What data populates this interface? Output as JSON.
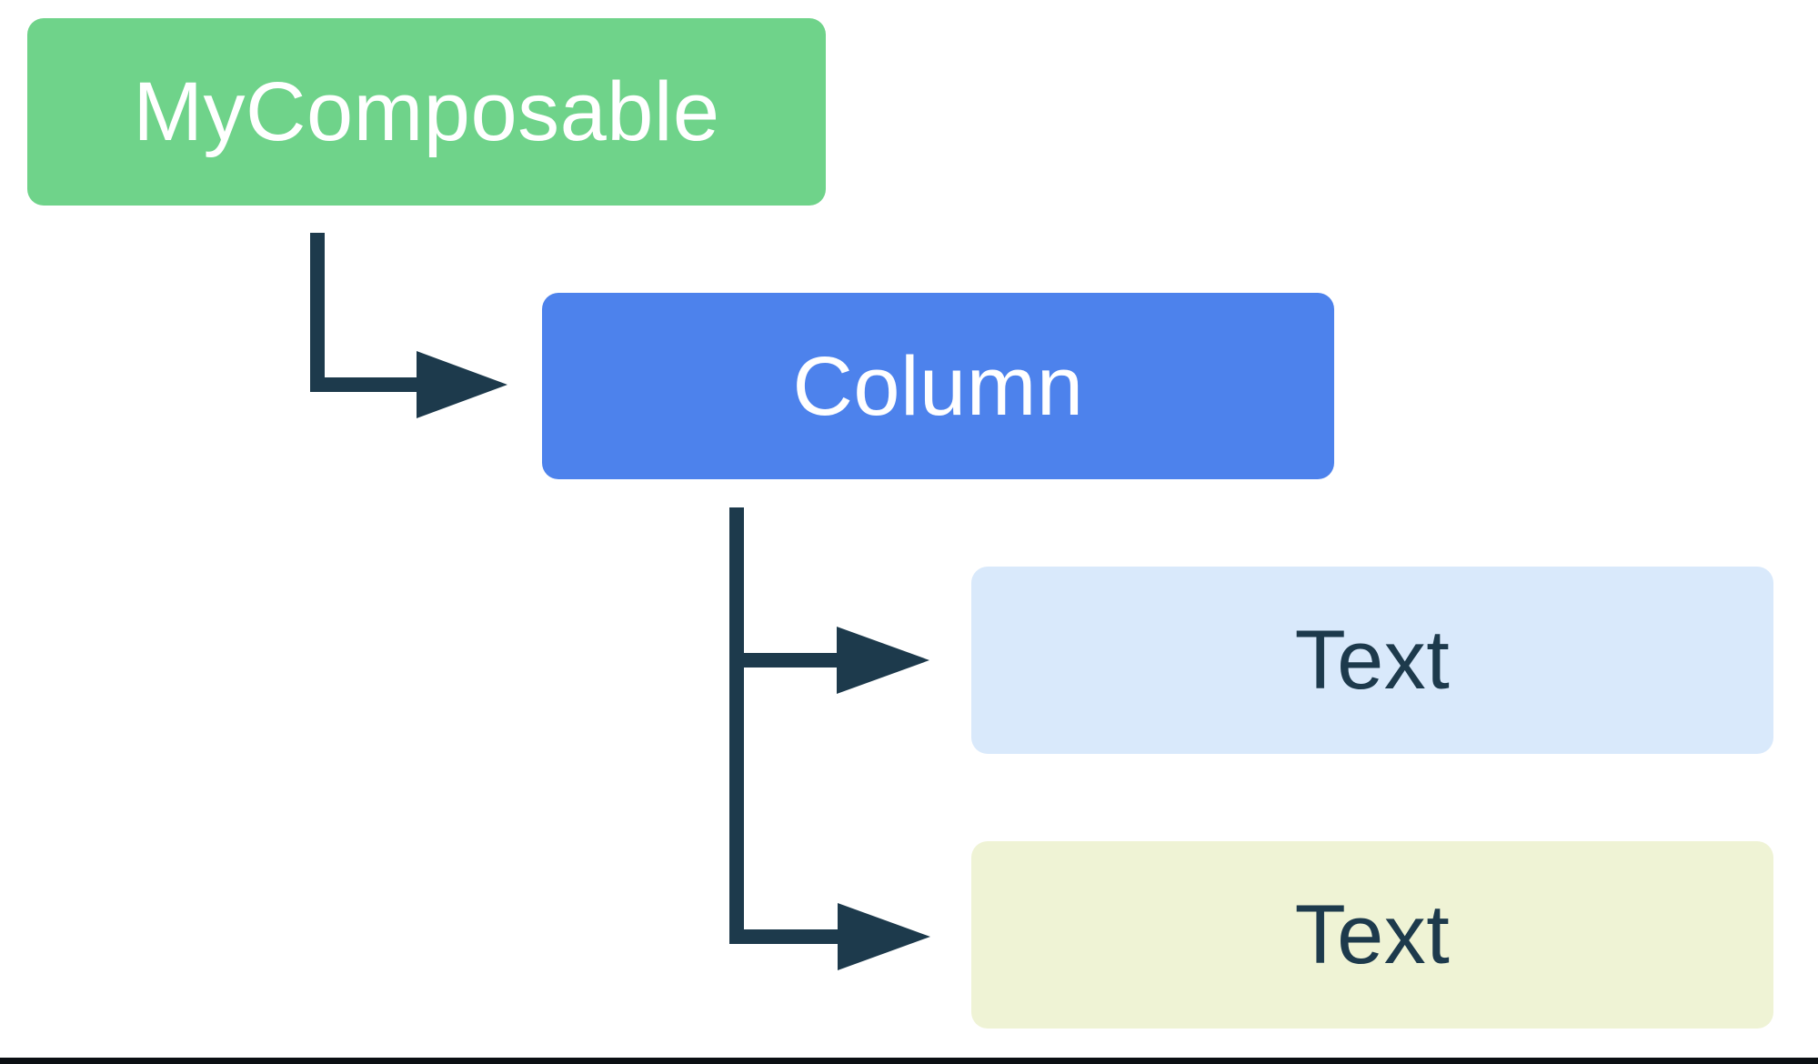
{
  "diagram": {
    "title": "composable-hierarchy",
    "nodes": [
      {
        "id": "my-composable",
        "label": "MyComposable",
        "fill": "#6fd38a",
        "text_color": "#ffffff"
      },
      {
        "id": "column",
        "label": "Column",
        "fill": "#4d82ec",
        "text_color": "#ffffff"
      },
      {
        "id": "text-1",
        "label": "Text",
        "fill": "#d9e9fb",
        "text_color": "#1d3a4c"
      },
      {
        "id": "text-2",
        "label": "Text",
        "fill": "#eff3d5",
        "text_color": "#1d3a4c"
      }
    ],
    "edges": [
      {
        "from": "my-composable",
        "to": "column"
      },
      {
        "from": "column",
        "to": "text-1"
      },
      {
        "from": "column",
        "to": "text-2"
      }
    ]
  },
  "colors": {
    "node-green": "#6fd38a",
    "node-blue": "#4d82ec",
    "node-light-blue": "#d9e9fb",
    "node-pale-yellow": "#eff3d5",
    "arrow": "#1d3a4c",
    "label-light": "#ffffff",
    "label-dark": "#1d3a4c",
    "canvas": "#ffffff",
    "bottom-border": "#0b0f13"
  }
}
